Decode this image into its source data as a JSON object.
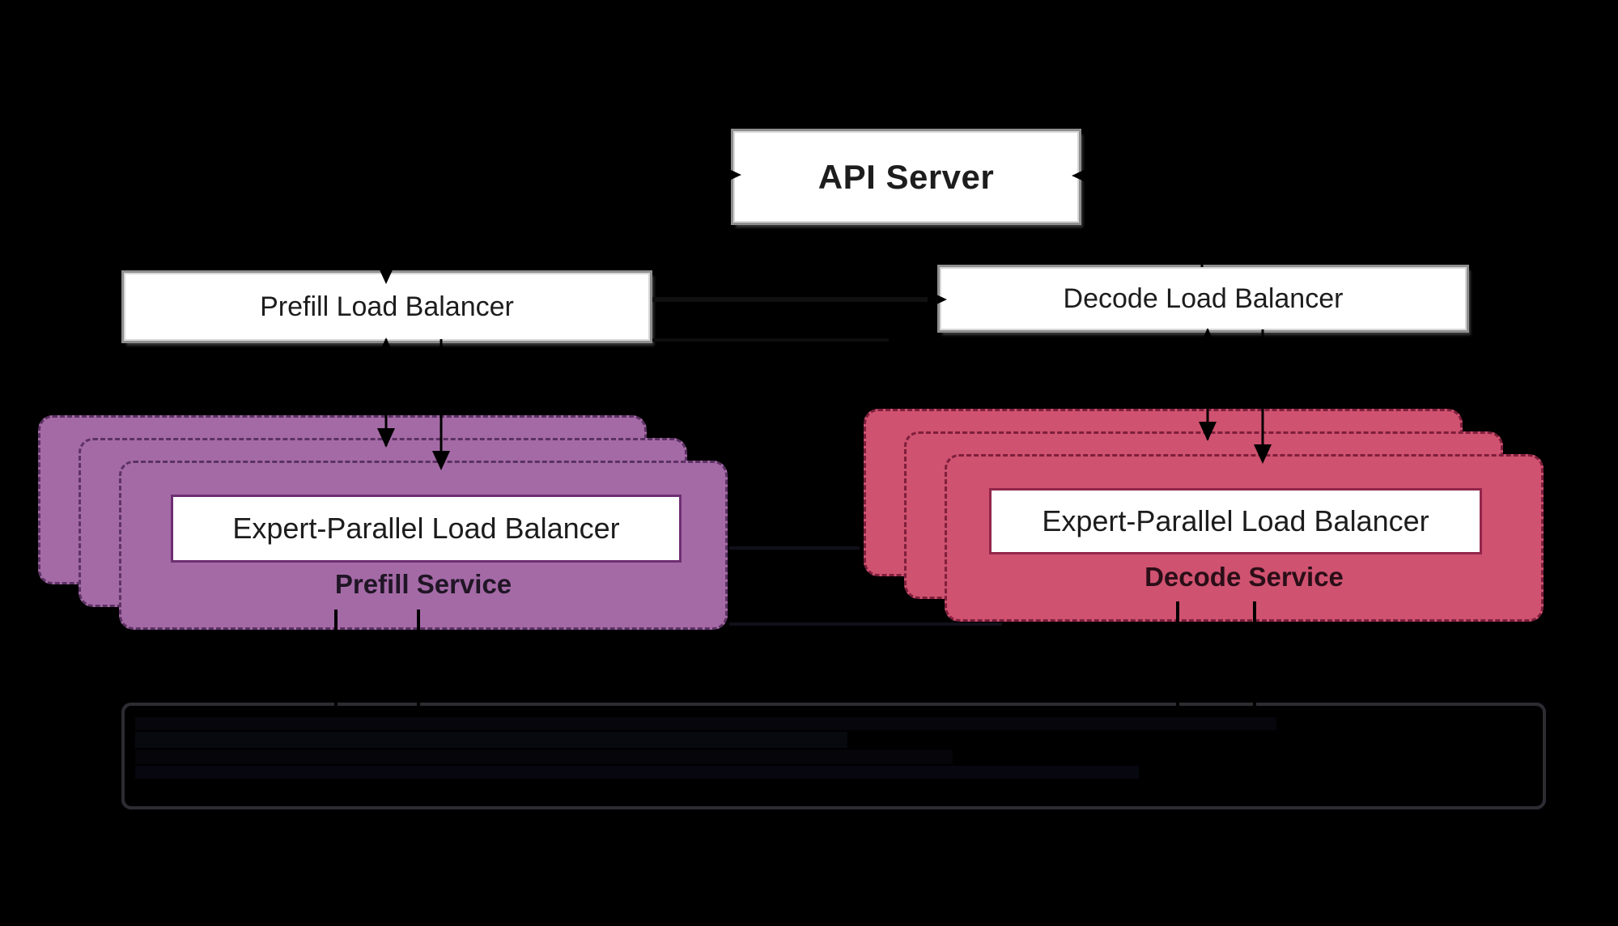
{
  "diagram": {
    "background": "#000000",
    "api_server": {
      "label": "API Server"
    },
    "prefill_load_balancer": {
      "label": "Prefill Load Balancer"
    },
    "decode_load_balancer": {
      "label": "Decode Load Balancer"
    },
    "prefill_service": {
      "label": "Prefill Service",
      "inner_label": "Expert-Parallel Load Balancer",
      "replicas": 3,
      "fill_color": "#a46aa6",
      "dashed_border_color": "#5c3263",
      "inner_box_border_color": "#6e2f72"
    },
    "decode_service": {
      "label": "Decode Service",
      "inner_label": "Expert-Parallel Load Balancer",
      "replicas": 3,
      "fill_color": "#cf5270",
      "dashed_border_color": "#7e1f3c",
      "inner_box_border_color": "#93264a"
    },
    "resource_pool": {
      "dashed_border_color": "#4645c2"
    },
    "edges": [
      {
        "from": "api_server",
        "to": "prefill_load_balancer"
      },
      {
        "from": "prefill_load_balancer",
        "to": "api_server"
      },
      {
        "from": "decode_load_balancer",
        "to": "api_server"
      },
      {
        "from": "prefill_load_balancer",
        "to": "decode_load_balancer"
      },
      {
        "from": "prefill_load_balancer",
        "to": "prefill_service",
        "arrows": 2
      },
      {
        "from": "prefill_service",
        "to": "prefill_load_balancer"
      },
      {
        "from": "decode_load_balancer",
        "to": "decode_service",
        "arrows": 2
      },
      {
        "from": "decode_service",
        "to": "decode_load_balancer"
      },
      {
        "from": "prefill_service",
        "to": "resource_pool",
        "arrows": 2
      },
      {
        "from": "decode_service",
        "to": "resource_pool",
        "arrows": 2
      }
    ]
  }
}
